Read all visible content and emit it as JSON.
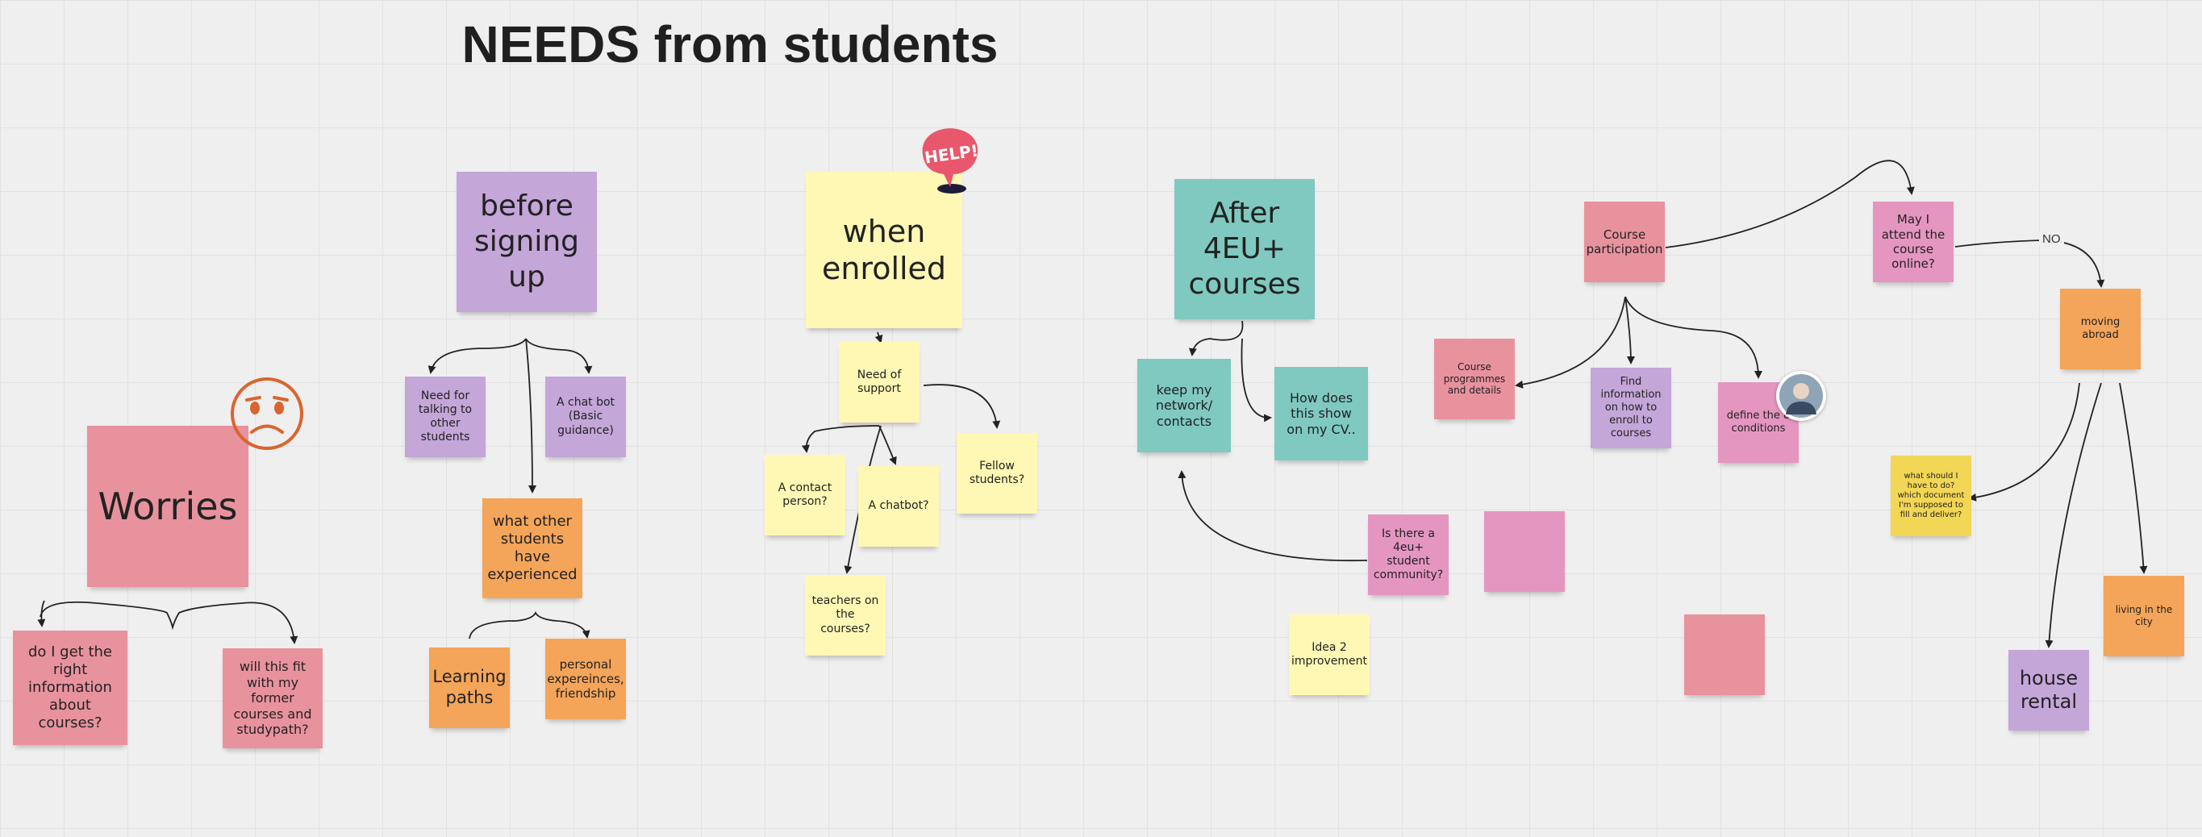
{
  "board": {
    "title": "NEEDS from students",
    "notes": {
      "worries": "Worries",
      "right_info": "do I get the right information about courses?",
      "fit_former": "will this fit with my former courses and studypath?",
      "before_signing": "before signing up",
      "need_talking": "Need for talking to other students",
      "chat_bot_basic": "A chat bot (Basic guidance)",
      "other_experienced": "what other students have experienced",
      "learning_paths": "Learning paths",
      "personal_exp": "personal expereinces, friendship",
      "when_enrolled": "when enrolled",
      "need_support": "Need of support",
      "contact_person": "A contact person?",
      "chatbot": "A chatbot?",
      "fellow_students": "Fellow students?",
      "teachers": "teachers on the courses?",
      "after_courses": "After 4EU+ courses",
      "keep_network": "keep my network/ contacts",
      "show_cv": "How does this show on my CV..",
      "student_community": "Is there a 4eu+ student community?",
      "idea_improvement": "Idea 2 improvement",
      "course_participation": "Course participation",
      "course_programmes": "Course programmes and details",
      "find_info_enroll": "Find information on how to enroll to courses",
      "define_conditions": "define the 8 conditions",
      "attend_online": "May I attend the course online?",
      "moving_abroad": "moving abroad",
      "what_to_do": "what should I have to do? which document I'm supposed to fill and deliver?",
      "house_rental": "house rental",
      "living_city": "living in the city"
    },
    "link_labels": {
      "no": "NO"
    },
    "stickers": {
      "help_text": "HELP!"
    },
    "icons": {
      "sad_face": "sad-face-icon",
      "help_bubble": "help-speech-bubble-icon",
      "avatar": "user-avatar"
    }
  }
}
